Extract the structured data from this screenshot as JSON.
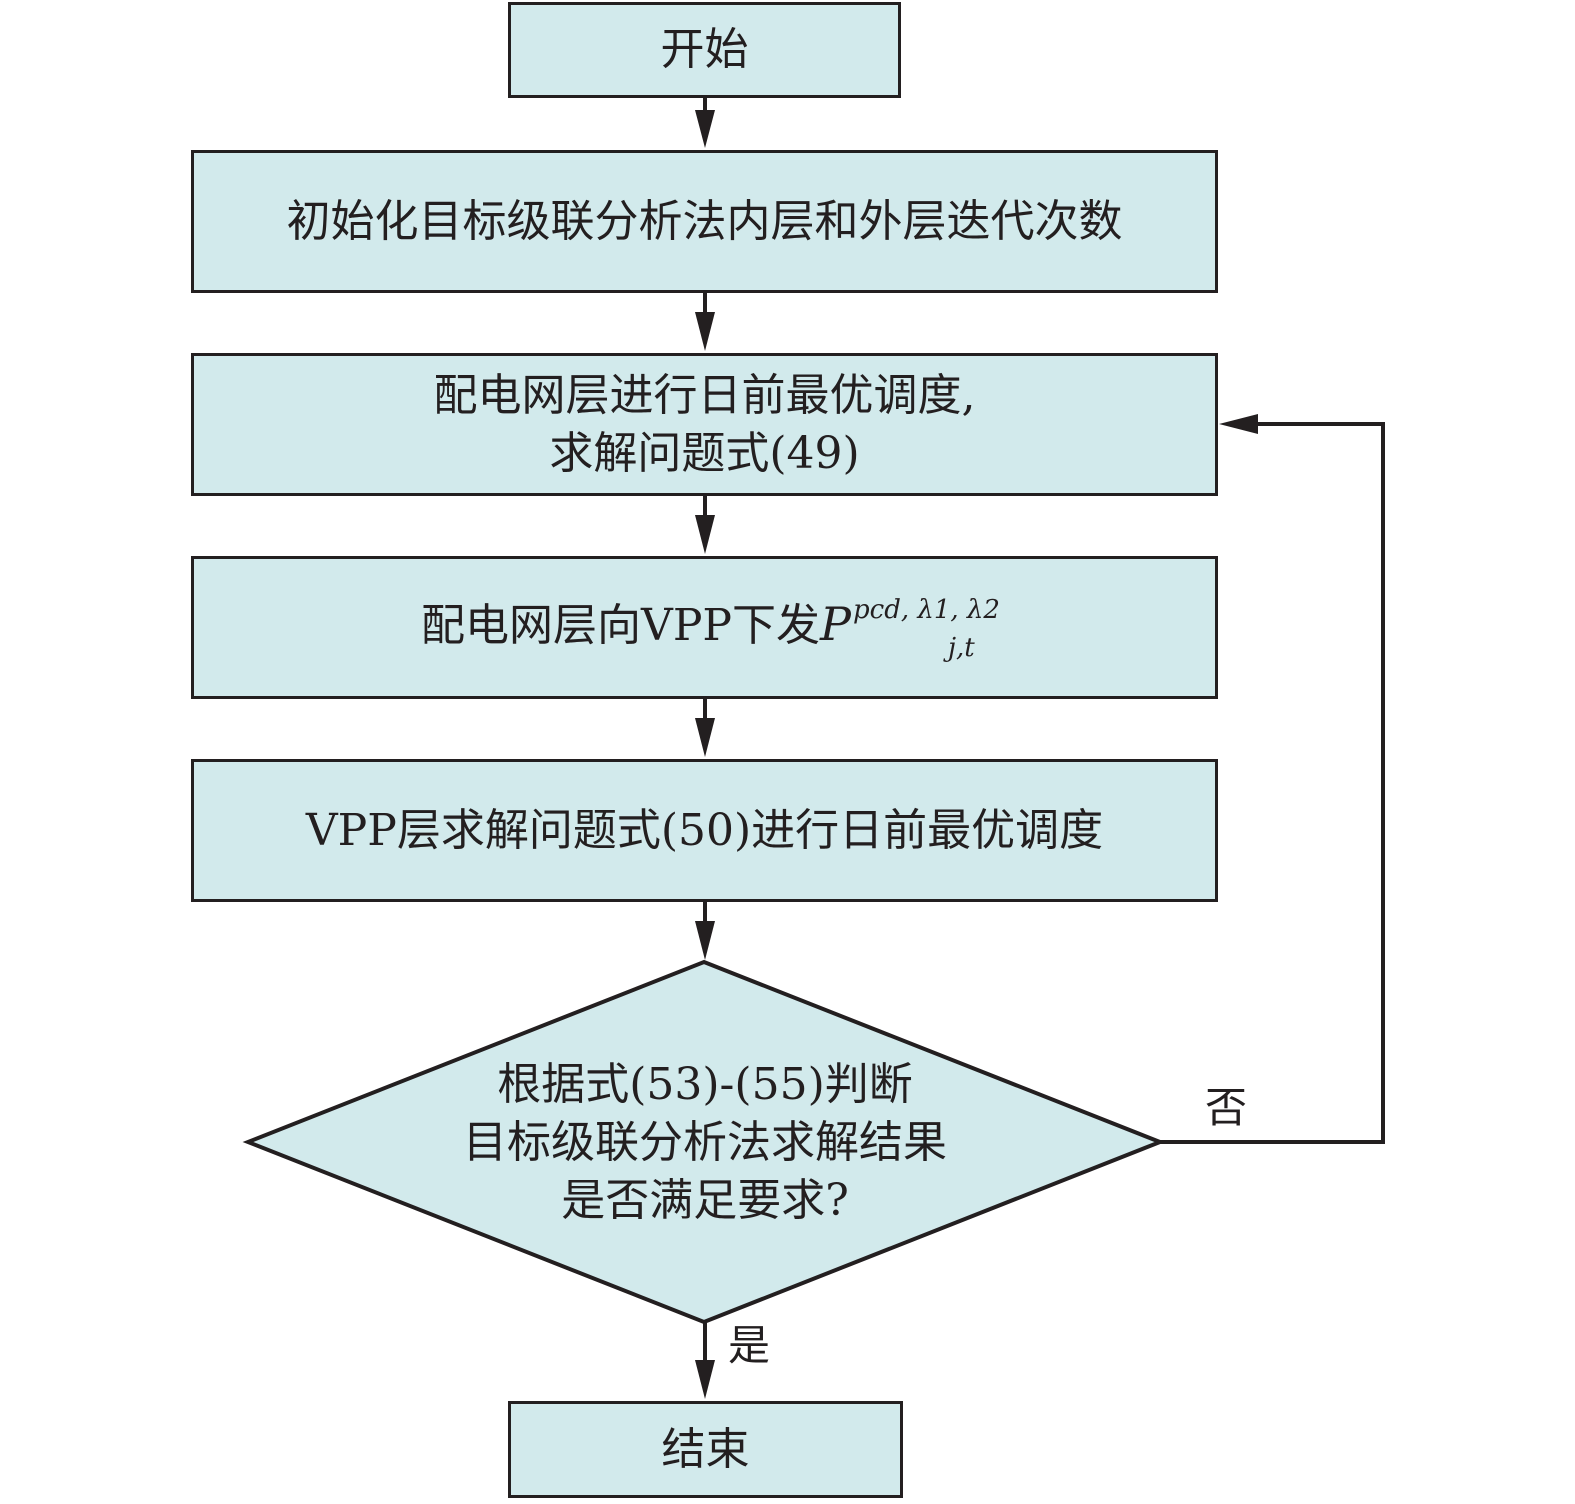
{
  "colors": {
    "node_fill": "#d2eaec",
    "stroke": "#231f20",
    "background": "#ffffff"
  },
  "nodes": {
    "start": {
      "text": "开始"
    },
    "init": {
      "text": "初始化目标级联分析法内层和外层迭代次数"
    },
    "dist_dispatch": {
      "line1": "配电网层进行日前最优调度,",
      "line2": "求解问题式(49)"
    },
    "send_to_vpp": {
      "prefix": "配电网层向VPP下发",
      "symbol": "P",
      "superscript": "pcd, λ1, λ2",
      "subscript": "j,t"
    },
    "vpp_dispatch": {
      "text": "VPP层求解问题式(50)进行日前最优调度"
    },
    "decision": {
      "line1": "根据式(53)-(55)判断",
      "line2": "目标级联分析法求解结果",
      "line3": "是否满足要求?"
    },
    "end": {
      "text": "结束"
    }
  },
  "edges": {
    "no_label": "否",
    "yes_label": "是"
  }
}
